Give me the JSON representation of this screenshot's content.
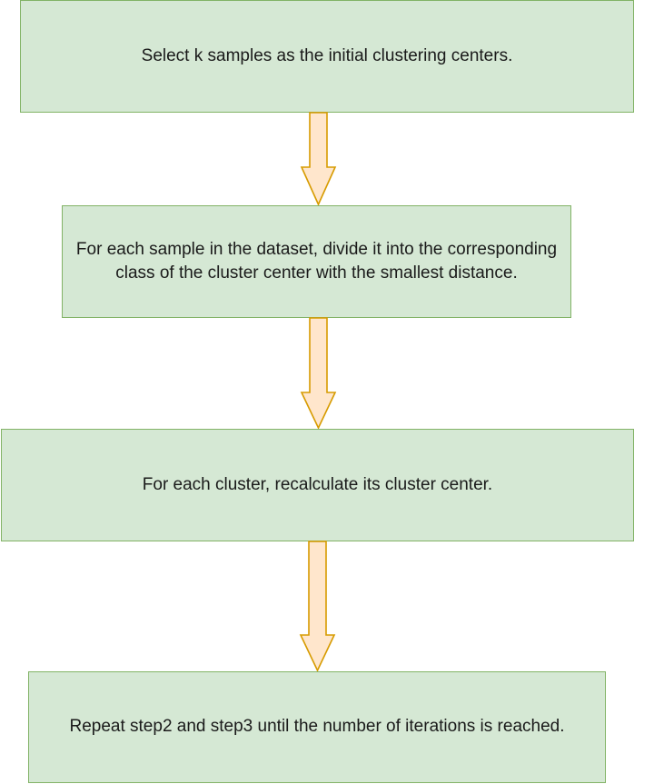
{
  "steps": [
    {
      "text": "Select k samples as the initial clustering centers."
    },
    {
      "text": "For each sample in the dataset, divide it into the corresponding class of the cluster center with the smallest distance."
    },
    {
      "text": "For each cluster, recalculate its cluster center."
    },
    {
      "text": "Repeat step2 and step3 until the number of iterations is reached."
    }
  ],
  "colors": {
    "box_fill": "#d5e8d4",
    "box_border": "#82b366",
    "arrow_fill": "#ffe6cc",
    "arrow_border": "#d79b00"
  }
}
